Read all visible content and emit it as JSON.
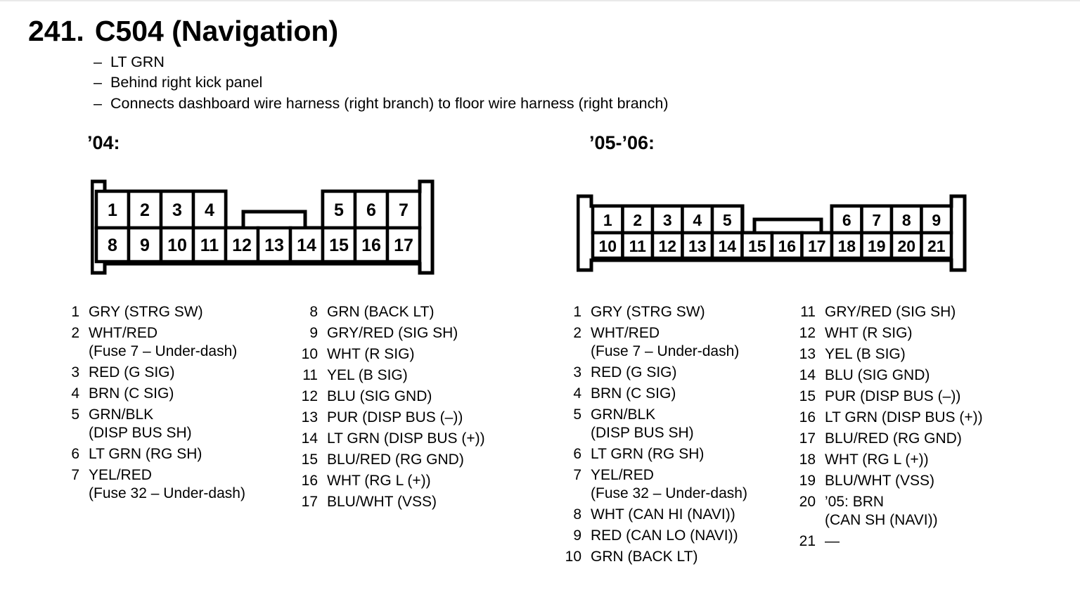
{
  "page": {
    "title_number": "241.",
    "title_text": "C504 (Navigation)",
    "bullet_dash": "–",
    "bullets": [
      "LT GRN",
      "Behind right kick panel",
      "Connects dashboard wire harness (right branch) to floor wire harness (right branch)"
    ]
  },
  "colors": {
    "ink": "#000000",
    "paper": "#ffffff"
  },
  "connectors": [
    {
      "id": "04",
      "label": "’04:",
      "top_pins": [
        "1",
        "2",
        "3",
        "4",
        "",
        "",
        "",
        "5",
        "6",
        "7"
      ],
      "bottom_pins": [
        "8",
        "9",
        "10",
        "11",
        "12",
        "13",
        "14",
        "15",
        "16",
        "17"
      ],
      "pin_list": {
        "col1": [
          {
            "num": "1",
            "lines": [
              "GRY (STRG SW)"
            ]
          },
          {
            "num": "2",
            "lines": [
              "WHT/RED",
              "(Fuse 7 – Under-dash)"
            ]
          },
          {
            "num": "3",
            "lines": [
              "RED (G SIG)"
            ]
          },
          {
            "num": "4",
            "lines": [
              "BRN (C SIG)"
            ]
          },
          {
            "num": "5",
            "lines": [
              "GRN/BLK",
              "(DISP BUS SH)"
            ]
          },
          {
            "num": "6",
            "lines": [
              "LT GRN (RG SH)"
            ]
          },
          {
            "num": "7",
            "lines": [
              "YEL/RED",
              "(Fuse 32 – Under-dash)"
            ]
          }
        ],
        "col2": [
          {
            "num": "8",
            "lines": [
              "GRN (BACK LT)"
            ]
          },
          {
            "num": "9",
            "lines": [
              "GRY/RED (SIG SH)"
            ]
          },
          {
            "num": "10",
            "lines": [
              "WHT (R SIG)"
            ]
          },
          {
            "num": "11",
            "lines": [
              "YEL (B SIG)"
            ]
          },
          {
            "num": "12",
            "lines": [
              "BLU (SIG GND)"
            ]
          },
          {
            "num": "13",
            "lines": [
              "PUR (DISP BUS (–))"
            ]
          },
          {
            "num": "14",
            "lines": [
              "LT GRN (DISP BUS (+))"
            ]
          },
          {
            "num": "15",
            "lines": [
              "BLU/RED (RG GND)"
            ]
          },
          {
            "num": "16",
            "lines": [
              "WHT (RG L (+))"
            ]
          },
          {
            "num": "17",
            "lines": [
              "BLU/WHT (VSS)"
            ]
          }
        ]
      }
    },
    {
      "id": "05-06",
      "label": "’05-’06:",
      "top_pins": [
        "1",
        "2",
        "3",
        "4",
        "5",
        "",
        "",
        "",
        "6",
        "7",
        "8",
        "9"
      ],
      "bottom_pins": [
        "10",
        "11",
        "12",
        "13",
        "14",
        "15",
        "16",
        "17",
        "18",
        "19",
        "20",
        "21"
      ],
      "pin_list": {
        "col1": [
          {
            "num": "1",
            "lines": [
              "GRY (STRG SW)"
            ]
          },
          {
            "num": "2",
            "lines": [
              "WHT/RED",
              "(Fuse 7 – Under-dash)"
            ]
          },
          {
            "num": "3",
            "lines": [
              "RED (G SIG)"
            ]
          },
          {
            "num": "4",
            "lines": [
              "BRN (C SIG)"
            ]
          },
          {
            "num": "5",
            "lines": [
              "GRN/BLK",
              "(DISP BUS SH)"
            ]
          },
          {
            "num": "6",
            "lines": [
              "LT GRN (RG SH)"
            ]
          },
          {
            "num": "7",
            "lines": [
              "YEL/RED",
              "(Fuse 32 – Under-dash)"
            ]
          },
          {
            "num": "8",
            "lines": [
              "WHT (CAN HI (NAVI))"
            ]
          },
          {
            "num": "9",
            "lines": [
              "RED (CAN LO (NAVI))"
            ]
          },
          {
            "num": "10",
            "lines": [
              "GRN (BACK LT)"
            ]
          }
        ],
        "col2": [
          {
            "num": "11",
            "lines": [
              "GRY/RED (SIG SH)"
            ]
          },
          {
            "num": "12",
            "lines": [
              "WHT (R SIG)"
            ]
          },
          {
            "num": "13",
            "lines": [
              "YEL (B SIG)"
            ]
          },
          {
            "num": "14",
            "lines": [
              "BLU (SIG GND)"
            ]
          },
          {
            "num": "15",
            "lines": [
              "PUR (DISP BUS (–))"
            ]
          },
          {
            "num": "16",
            "lines": [
              "LT GRN (DISP BUS (+))"
            ]
          },
          {
            "num": "17",
            "lines": [
              "BLU/RED (RG GND)"
            ]
          },
          {
            "num": "18",
            "lines": [
              "WHT (RG L (+))"
            ]
          },
          {
            "num": "19",
            "lines": [
              "BLU/WHT (VSS)"
            ]
          },
          {
            "num": "20",
            "lines": [
              "’05: BRN",
              "(CAN SH (NAVI))"
            ]
          },
          {
            "num": "21",
            "lines": [
              "—"
            ]
          }
        ]
      }
    }
  ]
}
